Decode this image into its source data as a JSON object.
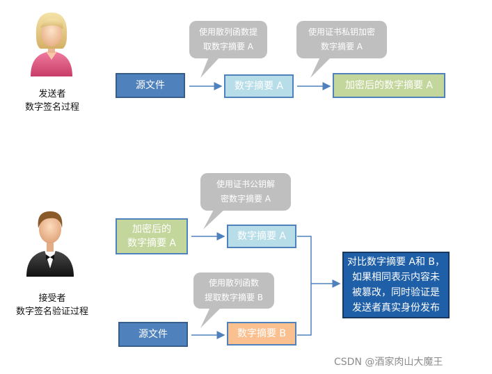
{
  "sender": {
    "caption": [
      "发送者",
      "数字签名过程"
    ],
    "source_file": "源文件",
    "digest_a": "数字摘要 A",
    "encrypted_digest_a": "加密后的数字摘要 A",
    "bubble_hash": [
      "使用散列函数提",
      "取数字摘要 A"
    ],
    "bubble_private_key": [
      "使用证书私钥加密",
      "数字摘要 A"
    ]
  },
  "receiver": {
    "caption": [
      "接受者",
      "数字签名验证过程"
    ],
    "encrypted_digest": [
      "加密后的",
      "数字摘要 A"
    ],
    "digest_a": "数字摘要 A",
    "source_file": "源文件",
    "digest_b": "数字摘要 B",
    "bubble_public_key": [
      "使用证书公钥解",
      "密数字摘要 A"
    ],
    "bubble_hash": [
      "使用散列函数",
      "提取数字摘要 B"
    ],
    "result": [
      "对比数字摘要 A和 B，",
      "如果相同表示内容未",
      "被篡改，同时验证是",
      "发送者真实身份发布"
    ]
  },
  "colors": {
    "arrow": "#4f81bd",
    "bubble": "#bfbfbf"
  },
  "watermark": "CSDN @酒家肉山大魔王"
}
